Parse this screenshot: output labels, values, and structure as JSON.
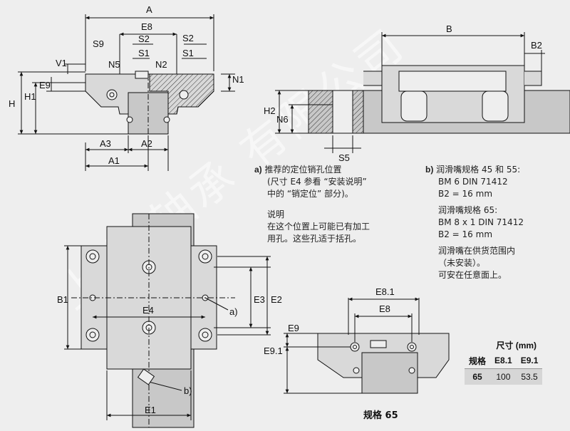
{
  "labels": {
    "A": "A",
    "E8": "E8",
    "S2": "S2",
    "S9": "S9",
    "S1": "S1",
    "V1": "V1",
    "N5": "N5",
    "N2": "N2",
    "N1": "N1",
    "E9": "E9",
    "H": "H",
    "H1": "H1",
    "A3": "A3",
    "A2": "A2",
    "A1": "A1",
    "B": "B",
    "B2": "B2",
    "H2": "H2",
    "N6": "N6",
    "S5": "S5",
    "B1": "B1",
    "E4": "E4",
    "E3": "E3",
    "E2": "E2",
    "E1": "E1",
    "a": "a)",
    "b": "b)",
    "E81": "E8.1",
    "E8b": "E8",
    "E9b": "E9",
    "E91": "E9.1"
  },
  "note_a": {
    "tag": "a)",
    "lines": [
      "推荐的定位销孔位置",
      "(尺寸 E4 参看 “安装说明”",
      "中的 “销定位” 部分)。"
    ],
    "head": "说明",
    "lines2": [
      "在这个位置上可能已有加工",
      "用孔。这些孔适于括孔。"
    ]
  },
  "note_b": {
    "tag": "b)",
    "l1": "润滑嘴规格 45 和 55:",
    "l2": "BM 6 DIN 71412",
    "l3": "B2 = 16 mm",
    "l4": "润滑嘴规格 65:",
    "l5": "BM 8 x 1 DIN 71412",
    "l6": "B2 = 16 mm",
    "l7": "润滑嘴在供货范围内",
    "l8": "（未安装）。",
    "l9": "可安在任意面上。"
  },
  "caption": "规格 65",
  "table": {
    "unit": "尺寸 (mm)",
    "col_size": "规格",
    "col_e81": "E8.1",
    "col_e91": "E9.1",
    "row_size": "65",
    "row_e81": "100",
    "row_e91": "53.5"
  },
  "watermark": "上海 轴承 有限公司",
  "colors": {
    "body": "#d9d9d9",
    "rail": "#c8c8c8",
    "line": "#111111",
    "background": "#eeeeee"
  }
}
